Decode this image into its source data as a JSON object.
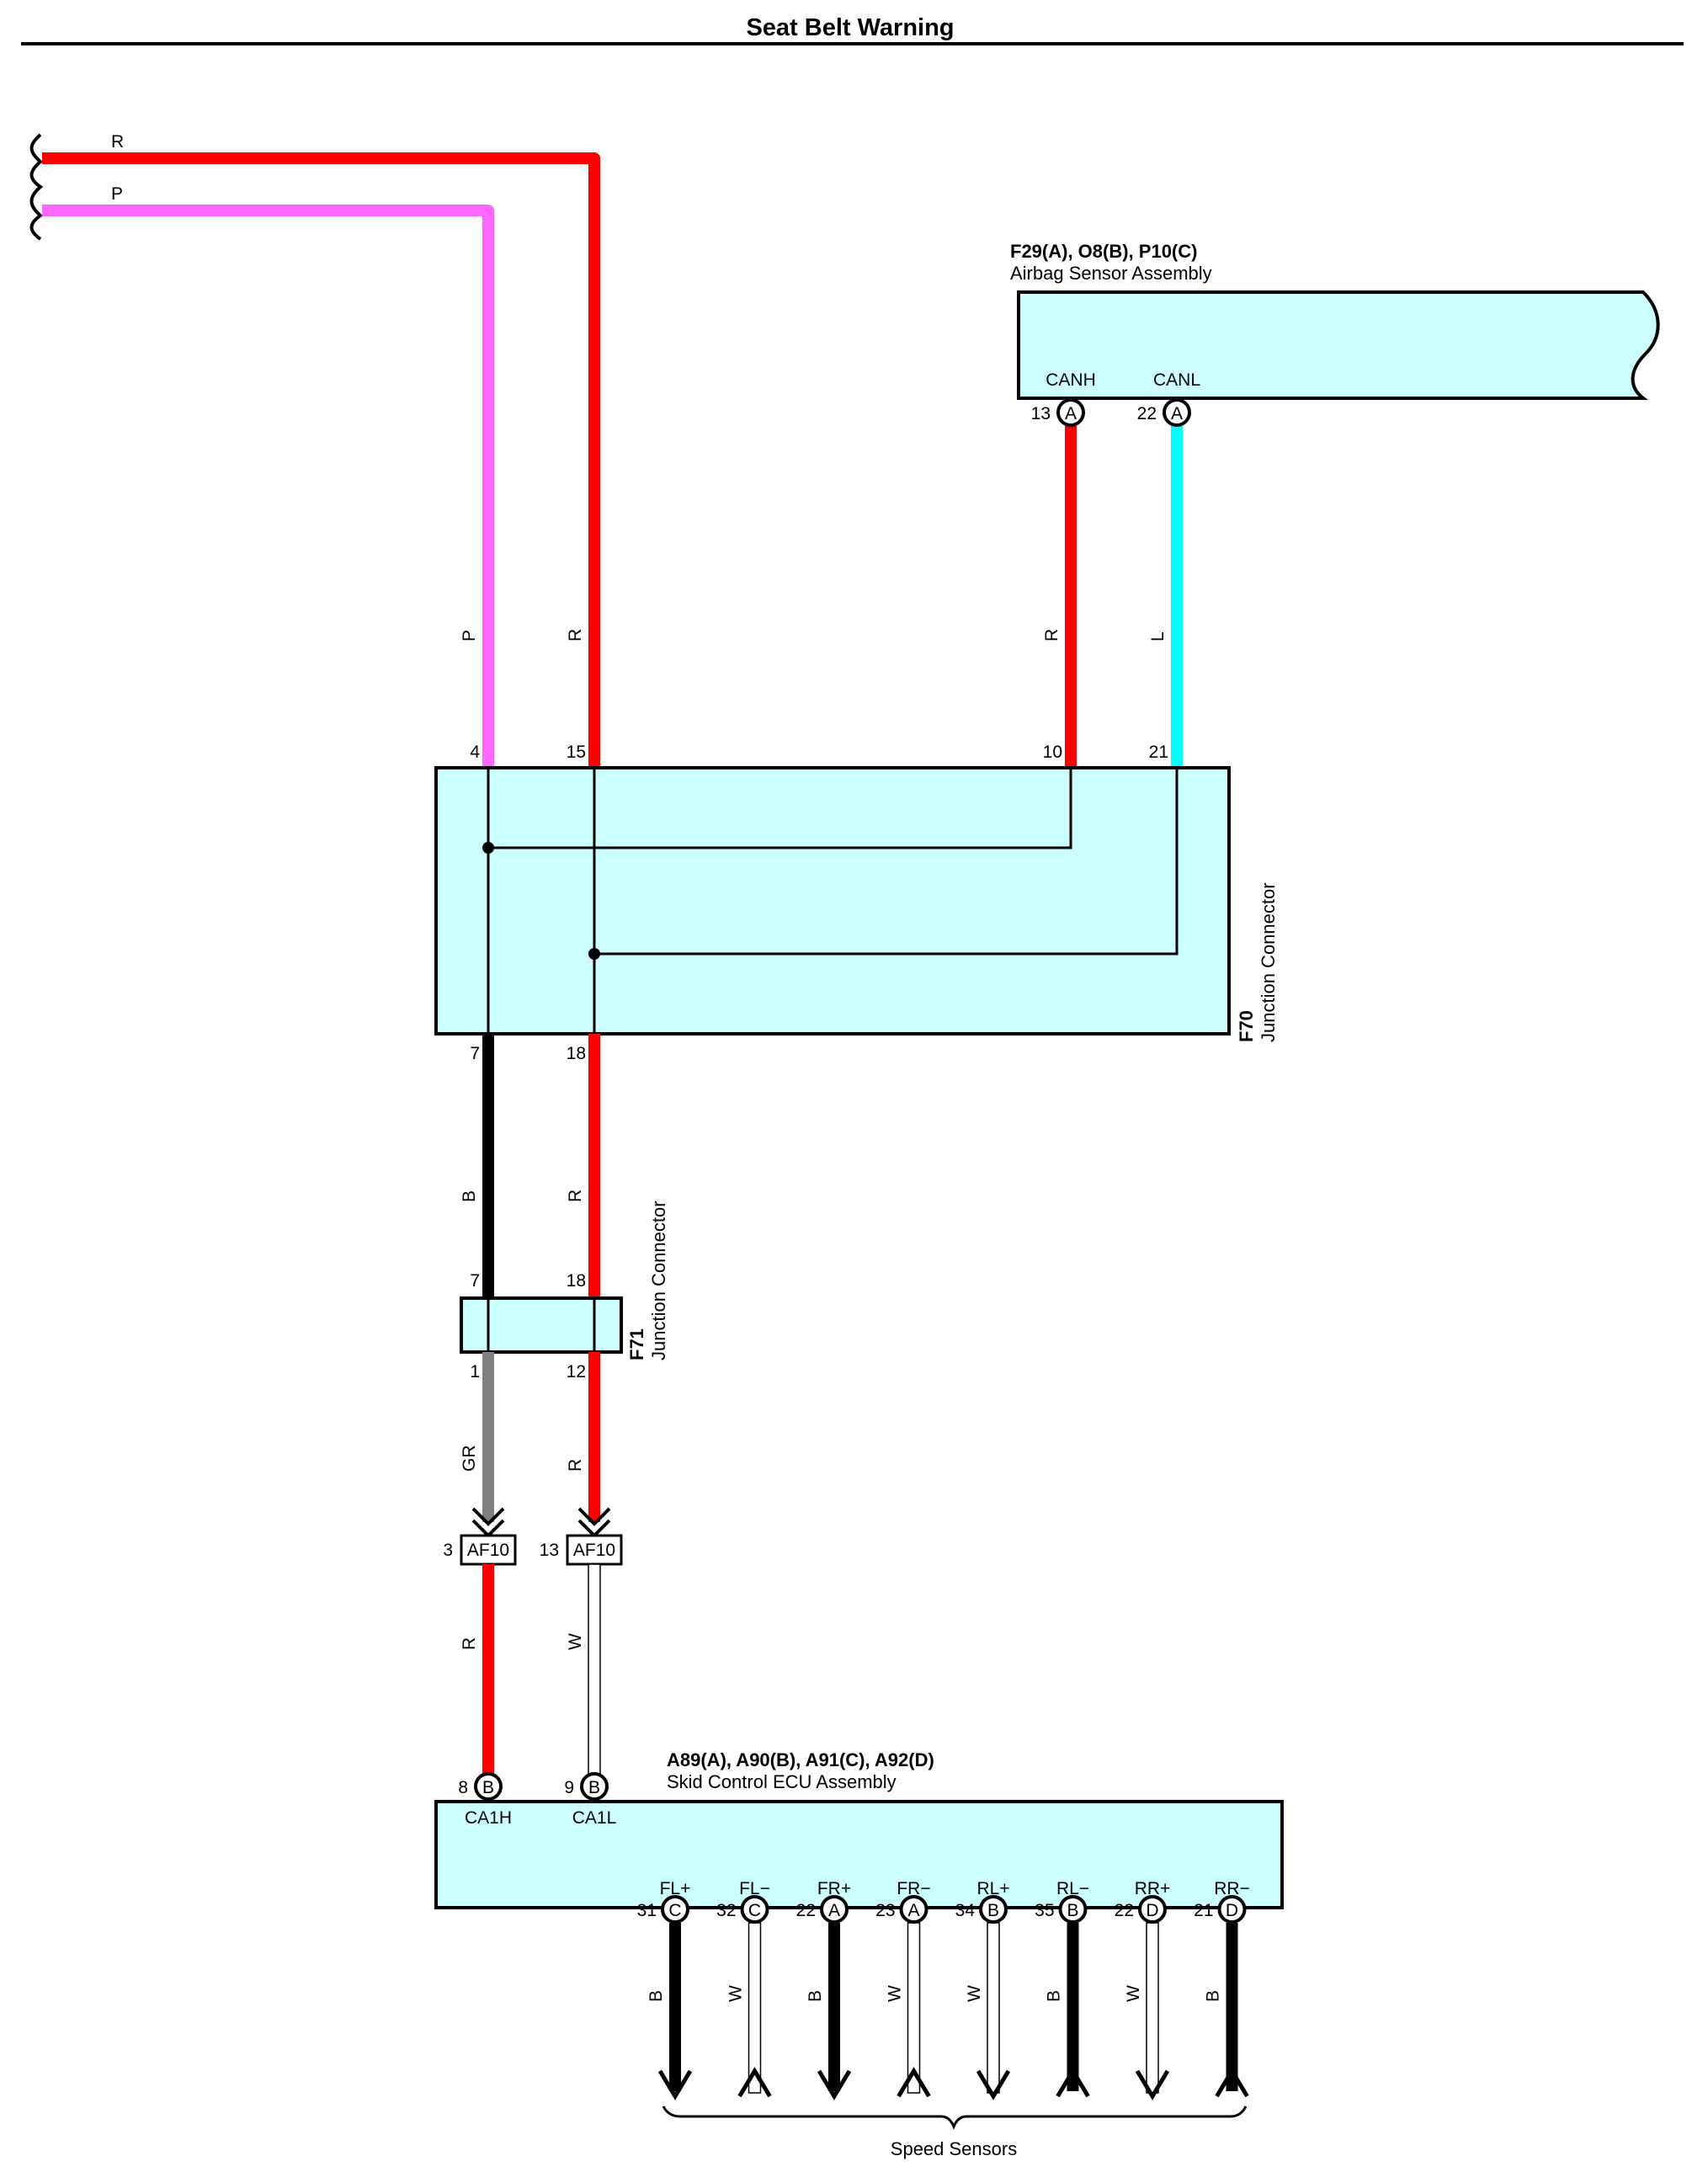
{
  "title": "Seat Belt Warning",
  "colors": {
    "R": "#ff0000",
    "P": "#ff66ff",
    "L": "#00ffff",
    "B": "#000000",
    "GR": "#808080",
    "W": "#ffffff",
    "box_fill": "#ccffff"
  },
  "incoming_wires": [
    {
      "label": "R"
    },
    {
      "label": "P"
    }
  ],
  "airbag_sensor": {
    "code": "F29(A), O8(B), P10(C)",
    "name": "Airbag Sensor Assembly",
    "pins": [
      {
        "name": "CANH",
        "number": "13",
        "connector": "A",
        "wire": "R"
      },
      {
        "name": "CANL",
        "number": "22",
        "connector": "A",
        "wire": "L"
      }
    ]
  },
  "junction_f70": {
    "code": "F70",
    "name": "Junction Connector",
    "top_pins": [
      "4",
      "15",
      "10",
      "21"
    ],
    "top_wire_labels": [
      "P",
      "R",
      "R",
      "L"
    ],
    "bottom_pins": [
      "7",
      "18"
    ],
    "bottom_wire_labels": [
      "B",
      "R"
    ]
  },
  "junction_f71": {
    "code": "F71",
    "name": "Junction Connector",
    "top_pins": [
      "7",
      "18"
    ],
    "bottom_pins": [
      "1",
      "12"
    ],
    "bottom_wire_labels": [
      "GR",
      "R"
    ]
  },
  "af10": {
    "label": "AF10",
    "pins": [
      "3",
      "13"
    ],
    "wire_labels": [
      "R",
      "W"
    ]
  },
  "skid_ecu": {
    "code": "A89(A), A90(B), A91(C), A92(D)",
    "name": "Skid Control ECU Assembly",
    "top_pins": [
      {
        "name": "CA1H",
        "number": "8",
        "connector": "B"
      },
      {
        "name": "CA1L",
        "number": "9",
        "connector": "B"
      }
    ],
    "bottom_pins": [
      {
        "name": "FL+",
        "number": "31",
        "connector": "C",
        "wire": "B",
        "dir": "down"
      },
      {
        "name": "FL−",
        "number": "32",
        "connector": "C",
        "wire": "W",
        "dir": "up"
      },
      {
        "name": "FR+",
        "number": "22",
        "connector": "A",
        "wire": "B",
        "dir": "down"
      },
      {
        "name": "FR−",
        "number": "23",
        "connector": "A",
        "wire": "W",
        "dir": "up"
      },
      {
        "name": "RL+",
        "number": "34",
        "connector": "B",
        "wire": "W",
        "dir": "down"
      },
      {
        "name": "RL−",
        "number": "35",
        "connector": "B",
        "wire": "B",
        "dir": "up"
      },
      {
        "name": "RR+",
        "number": "22",
        "connector": "D",
        "wire": "W",
        "dir": "down"
      },
      {
        "name": "RR−",
        "number": "21",
        "connector": "D",
        "wire": "B",
        "dir": "up"
      }
    ]
  },
  "speed_sensors_label": "Speed Sensors"
}
